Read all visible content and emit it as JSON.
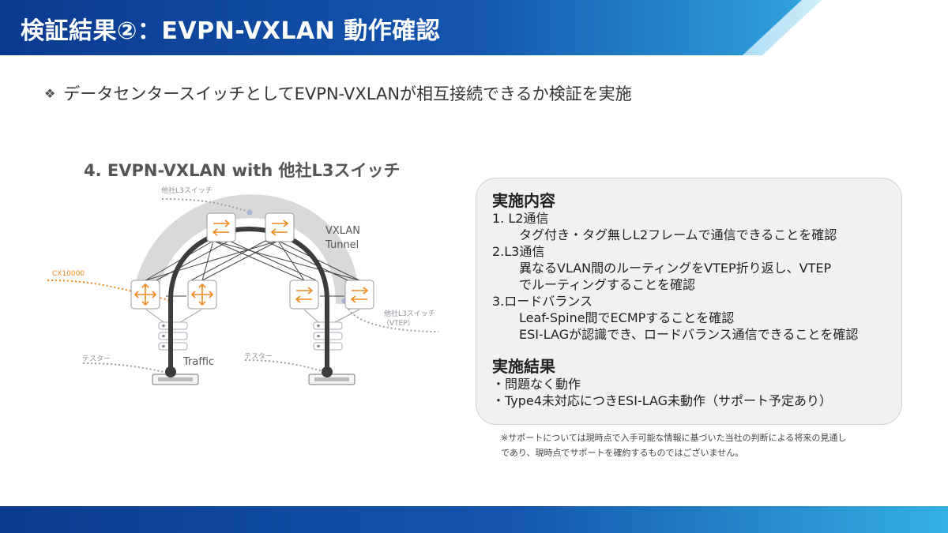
{
  "slide": {
    "title": "検証結果②：EVPN-VXLAN 動作確認",
    "bullet": "データセンタースイッチとしてEVPN-VXLANが相互接続できるか検証を実施"
  },
  "diagram": {
    "heading": "4. EVPN-VXLAN with 他社L3スイッチ",
    "labels": {
      "other_l3_top": "他社L3スイッチ",
      "cx10000": "CX10000",
      "vxlan": "VXLAN",
      "tunnel": "Tunnel",
      "other_l3_right": "他社L3スイッチ",
      "vtep": "（VTEP）",
      "tester_left": "テスター",
      "tester_right": "テスター",
      "traffic": "Traffic"
    },
    "colors": {
      "accent_orange": "#ef8a1c",
      "tunnel_dark": "#3c3c3c",
      "tunnel_light": "#d9d9d9",
      "header_blue": "#0b3f9a"
    }
  },
  "details": {
    "impl_heading": "実施内容",
    "items": [
      {
        "label": "1. L2通信",
        "subs": [
          "タグ付き・タグ無しL2フレームで通信できることを確認"
        ]
      },
      {
        "label": "2.L3通信",
        "subs": [
          "異なるVLAN間のルーティングをVTEP折り返し、VTEP",
          "でルーティングすることを確認"
        ]
      },
      {
        "label": "3.ロードバランス",
        "subs": [
          "Leaf-Spine間でECMPすることを確認",
          "ESI-LAGが認識でき、ロードバランス通信できることを確認"
        ]
      }
    ],
    "result_heading": "実施結果",
    "results": [
      "・問題なく動作",
      "・Type4未対応につきESI-LAG未動作（サポート予定あり）"
    ]
  },
  "footnote": {
    "line1": "※サポートについては現時点で入手可能な情報に基づいた当社の判断による将来の見通し",
    "line2": "であり、現時点でサポートを確約するものではございません。"
  }
}
